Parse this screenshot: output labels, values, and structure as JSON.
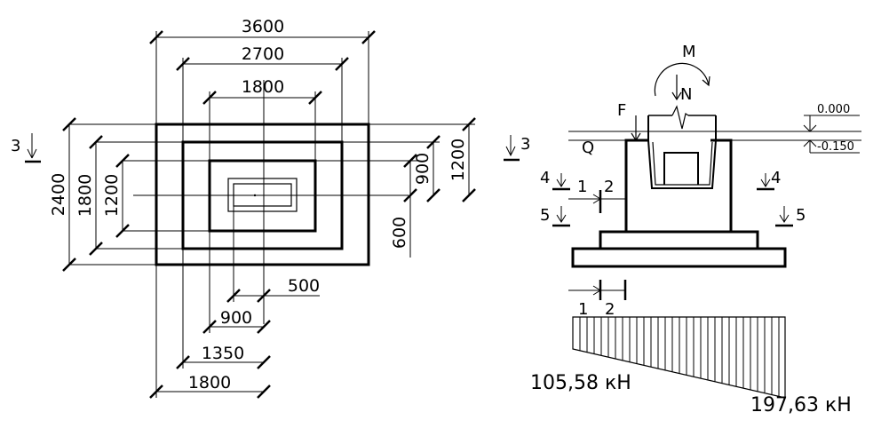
{
  "plan": {
    "dims_top": [
      "3600",
      "2700",
      "1800"
    ],
    "dims_bottom": [
      "500",
      "900",
      "1350",
      "1800"
    ],
    "dims_left": [
      "2400",
      "1800",
      "1200"
    ],
    "dims_right": [
      "900",
      "1200",
      "600"
    ],
    "section_mark": "3"
  },
  "section": {
    "loads": {
      "moment": "M",
      "normal": "N",
      "force_f": "F",
      "shear": "Q"
    },
    "levels": {
      "top": "0.000",
      "bottom": "-0.150"
    },
    "marks": {
      "m3": "3",
      "m4_left": "4",
      "m4_right": "4",
      "m5_left": "5",
      "m5_right": "5",
      "m1_upper": "1",
      "m2_upper": "2",
      "m1_lower": "1",
      "m2_lower": "2"
    },
    "pressure": {
      "left_value": "105,58 кН",
      "right_value": "197,63 кН"
    }
  }
}
